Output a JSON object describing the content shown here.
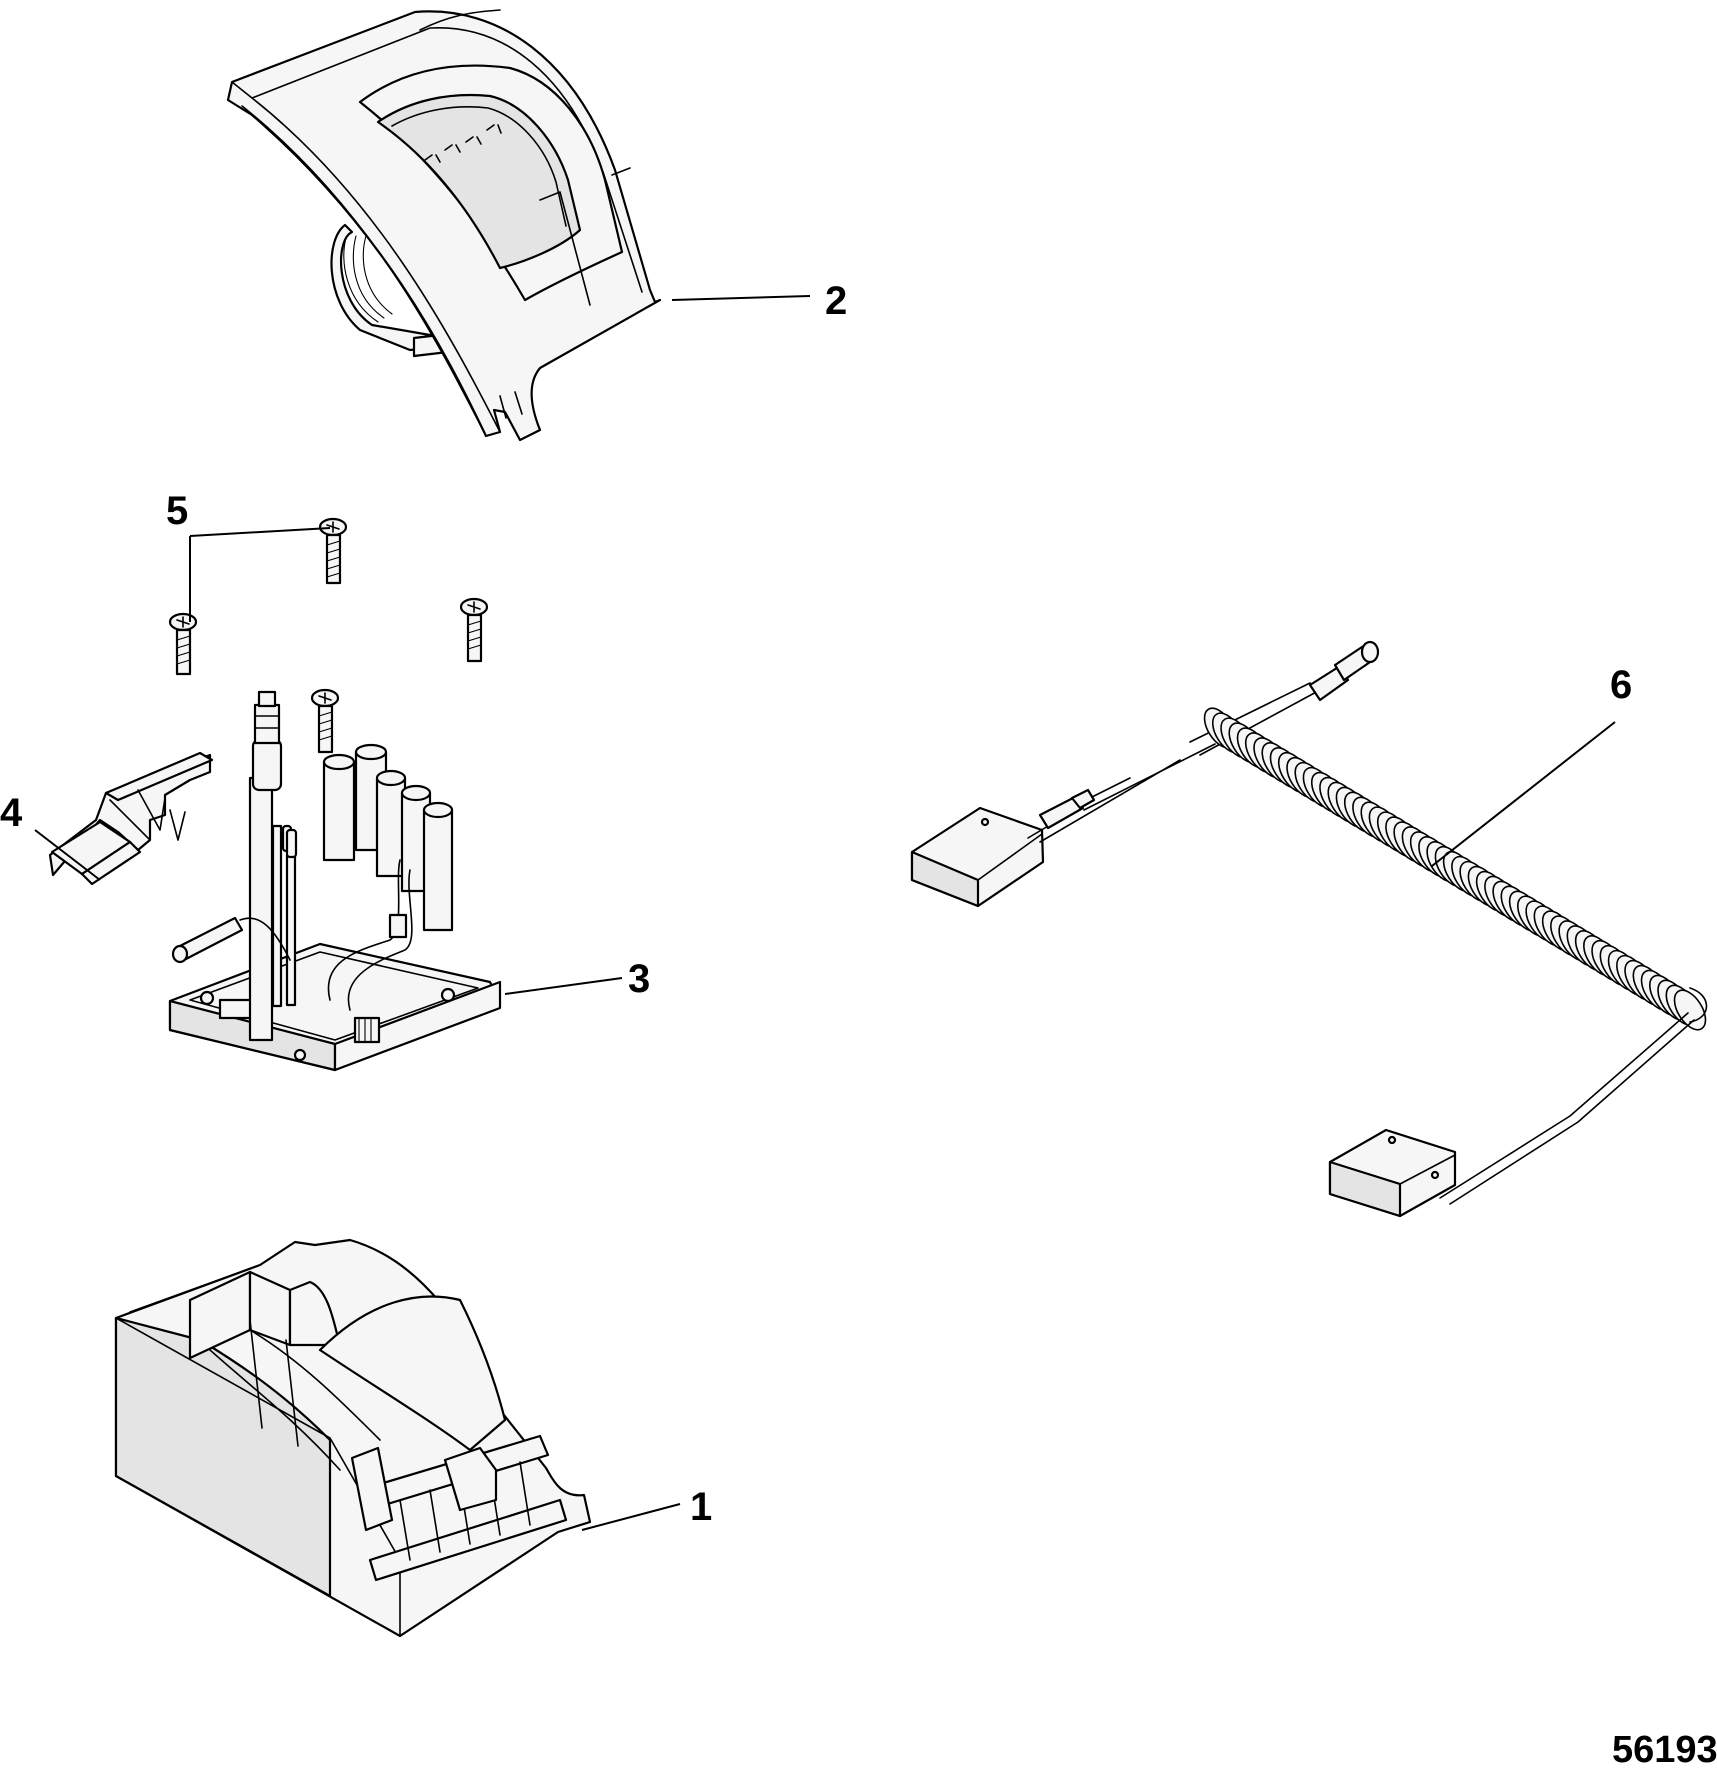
{
  "callouts": {
    "c1": "1",
    "c2": "2",
    "c3": "3",
    "c4": "4",
    "c5": "5",
    "c6": "6"
  },
  "figure_number": "56193"
}
